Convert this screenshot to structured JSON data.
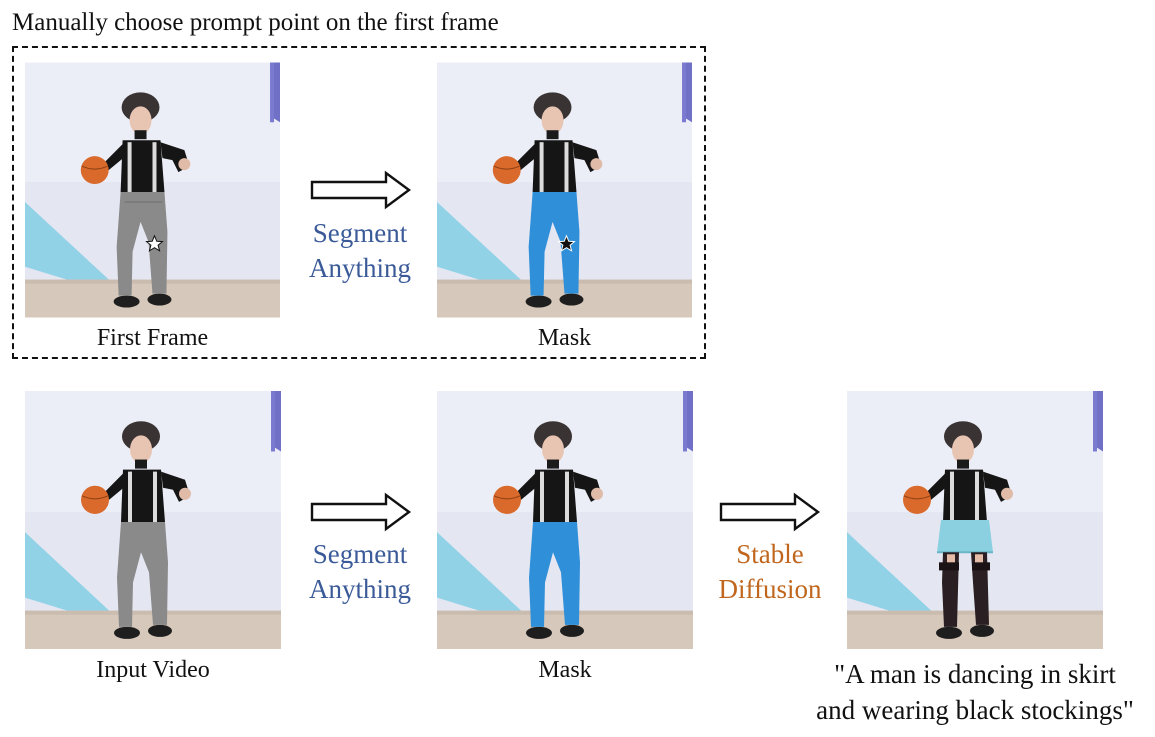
{
  "title": "Manually choose prompt point on the first frame",
  "top_row": {
    "first_caption": "First Frame",
    "step_line1": "Segment",
    "step_line2": "Anything",
    "mask_caption": "Mask"
  },
  "bottom_row": {
    "input_caption": "Input Video",
    "step1_line1": "Segment",
    "step1_line2": "Anything",
    "mask_caption": "Mask",
    "step2_line1": "Stable",
    "step2_line2": "Diffusion",
    "quote_line1": "\"A man is dancing in skirt",
    "quote_line2": "and wearing black stockings\""
  },
  "colors": {
    "segment_anything": "#3a5a98",
    "stable_diffusion": "#c0661d",
    "mask_pants": "#2f8fd8",
    "pants_gray": "#8a8a8a",
    "skirt": "#8ad0e0",
    "wall": "#e4e6f2",
    "floor": "#d6c8bb"
  },
  "icons": [
    "star-marker-icon",
    "right-arrow-icon"
  ]
}
